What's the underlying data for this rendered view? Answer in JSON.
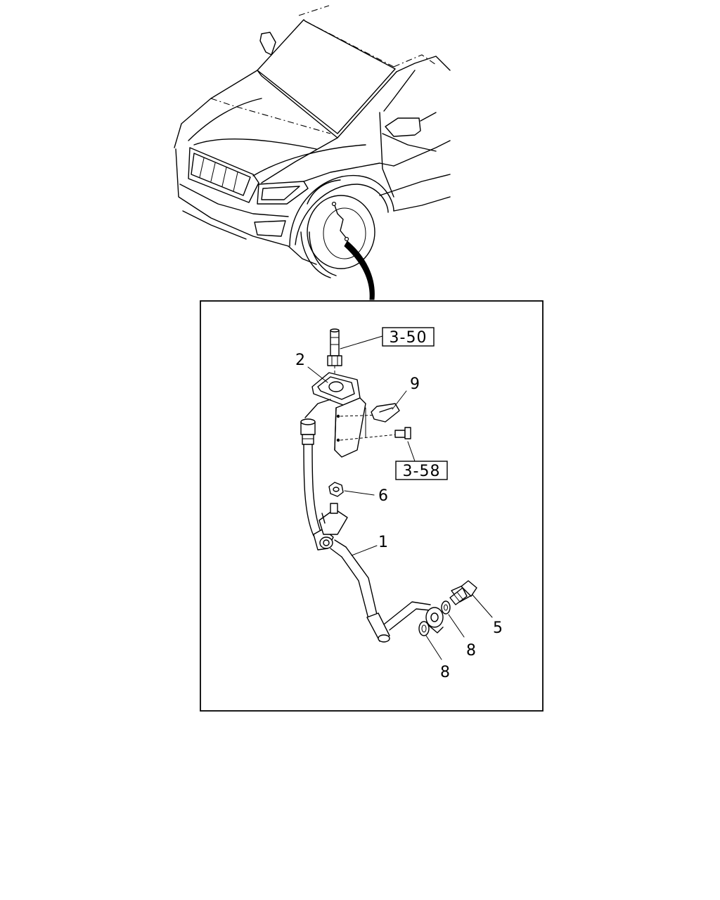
{
  "colors": {
    "line": "#000000",
    "background": "#ffffff"
  },
  "callouts": {
    "item_1": "1",
    "item_2": "2",
    "item_5": "5",
    "item_6": "6",
    "item_8a": "8",
    "item_8b": "8",
    "item_9": "9"
  },
  "refs": {
    "ref_a": "3-50",
    "ref_b": "3-58"
  }
}
